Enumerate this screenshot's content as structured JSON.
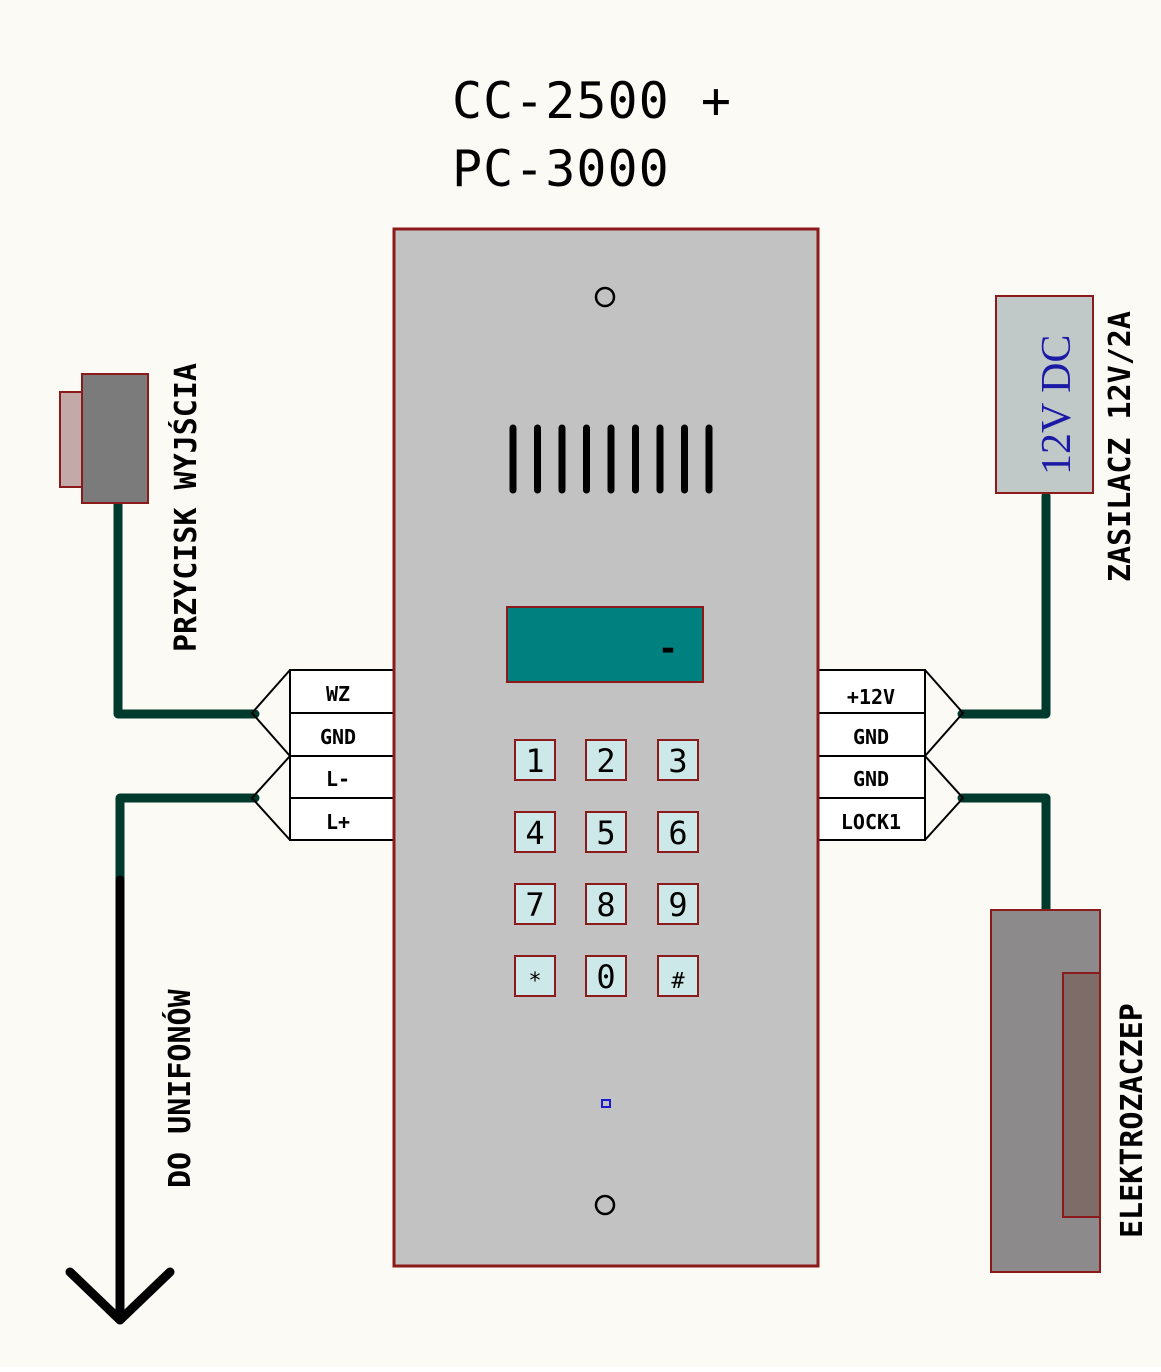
{
  "title": {
    "line1": "CC-2500 +",
    "line2": "PC-3000"
  },
  "panel": {
    "display_text": "-",
    "keys": [
      "1",
      "2",
      "3",
      "4",
      "5",
      "6",
      "7",
      "8",
      "9",
      "*",
      "0",
      "#"
    ]
  },
  "left_terminals": [
    "WZ",
    "GND",
    "L-",
    "L+"
  ],
  "right_terminals": [
    "+12V",
    "GND",
    "GND",
    "LOCK1"
  ],
  "labels": {
    "exit_button": "PRZYCISK WYJŚCIA",
    "to_intercoms": "DO UNIFONÓW",
    "power_supply": "ZASILACZ 12V/2A",
    "power_box_text": "12V DC",
    "strike": "ELEKTROZACZEP"
  },
  "colors": {
    "background": "#fcfaf5",
    "panel": "#c2c2c2",
    "border": "#8b1a1a",
    "display": "#00807f",
    "key_face": "#cce8e8",
    "wire": "#003a2c",
    "power_text": "#1a1aa6"
  }
}
